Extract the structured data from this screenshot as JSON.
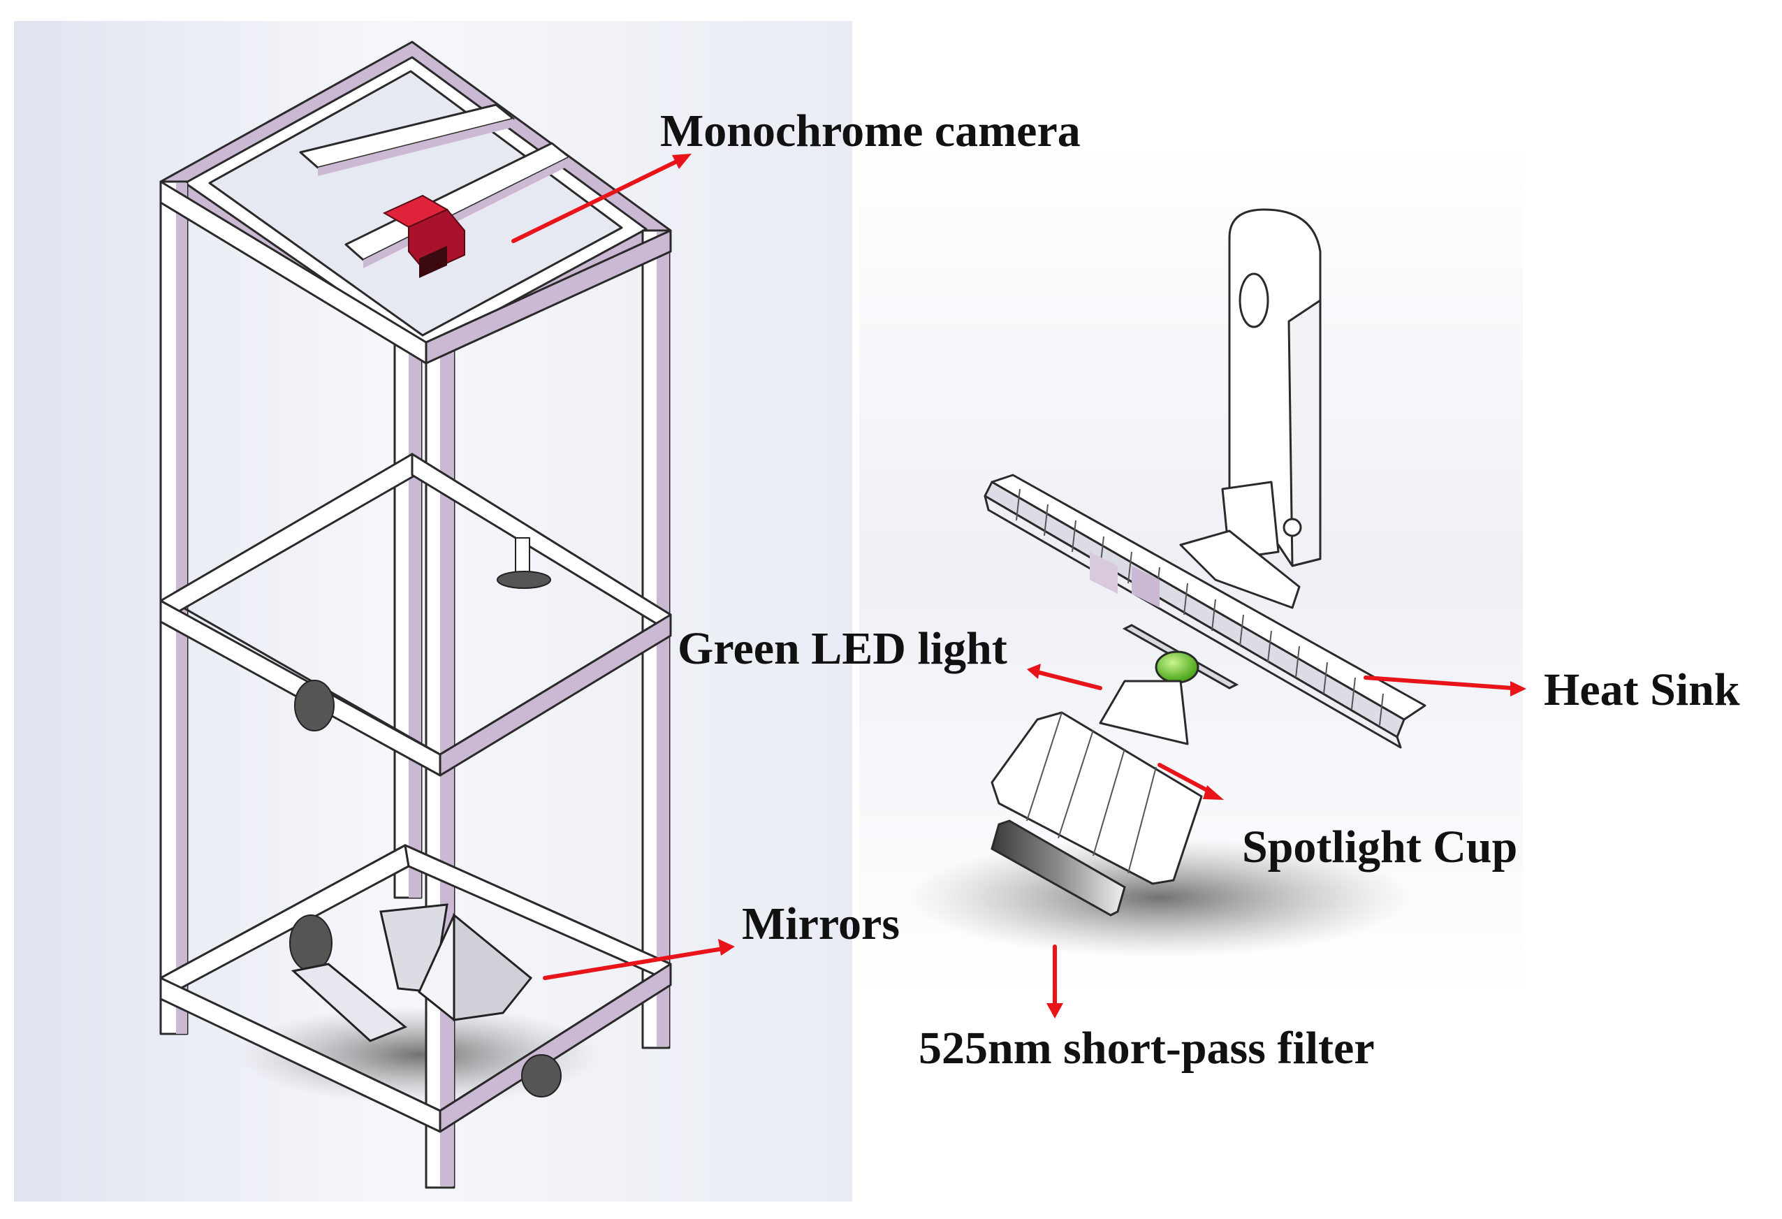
{
  "labels": {
    "monochrome_camera": "Monochrome camera",
    "green_led_light": "Green LED light",
    "heat_sink": "Heat Sink",
    "spotlight_cup": "Spotlight Cup",
    "mirrors": "Mirrors",
    "short_pass_filter": "525nm short-pass filter"
  },
  "colors": {
    "arrow": "#e8141a",
    "frame_fill": "#ffffff",
    "frame_edge": "#cbb8d2",
    "frame_outline": "#2a2a2a",
    "camera": "#c0162a",
    "led": "#7ad43a",
    "label_text": "#111111"
  }
}
